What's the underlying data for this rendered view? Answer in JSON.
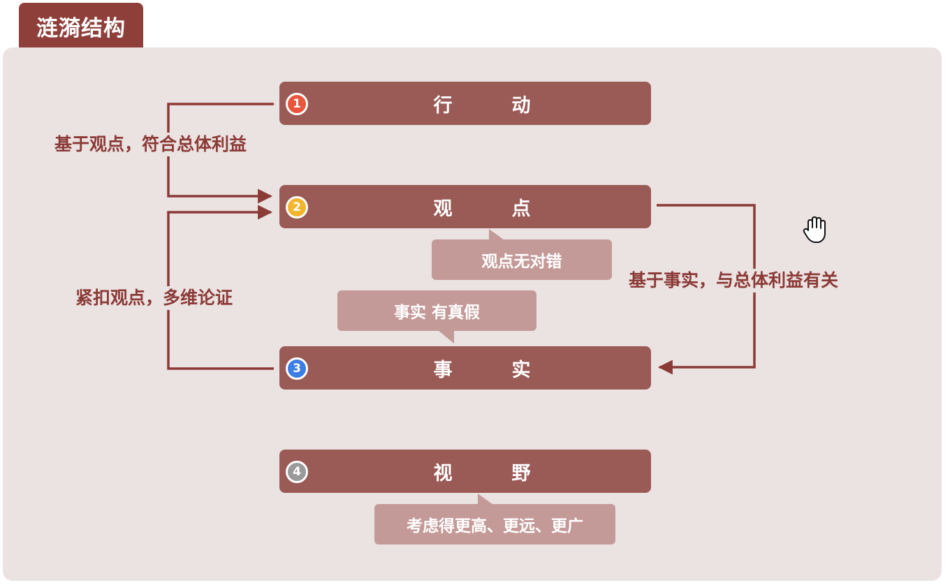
{
  "section_title": "涟漪结构",
  "steps": [
    {
      "number": "1",
      "char1": "行",
      "char2": "动",
      "badge_color": "#e8573d"
    },
    {
      "number": "2",
      "char1": "观",
      "char2": "点",
      "badge_color": "#f2b52d"
    },
    {
      "number": "3",
      "char1": "事",
      "char2": "实",
      "badge_color": "#3d7de6"
    },
    {
      "number": "4",
      "char1": "视",
      "char2": "野",
      "badge_color": "#9a9a9a"
    }
  ],
  "notes": {
    "viewpoint_note": "观点无对错",
    "fact_note": "事实  有真假",
    "vision_note": "考虑得更高、更远、更广"
  },
  "connectors": {
    "action_to_viewpoint": "基于观点，符合总体利益",
    "fact_to_viewpoint": "紧扣观点，多维论证",
    "viewpoint_to_fact": "基于事实，与总体利益有关"
  },
  "colors": {
    "accent": "#8f3f3a",
    "box": "#9a5a55",
    "note": "#c49a98",
    "panel": "#ebe2e2",
    "label_text": "#8b3a36"
  }
}
